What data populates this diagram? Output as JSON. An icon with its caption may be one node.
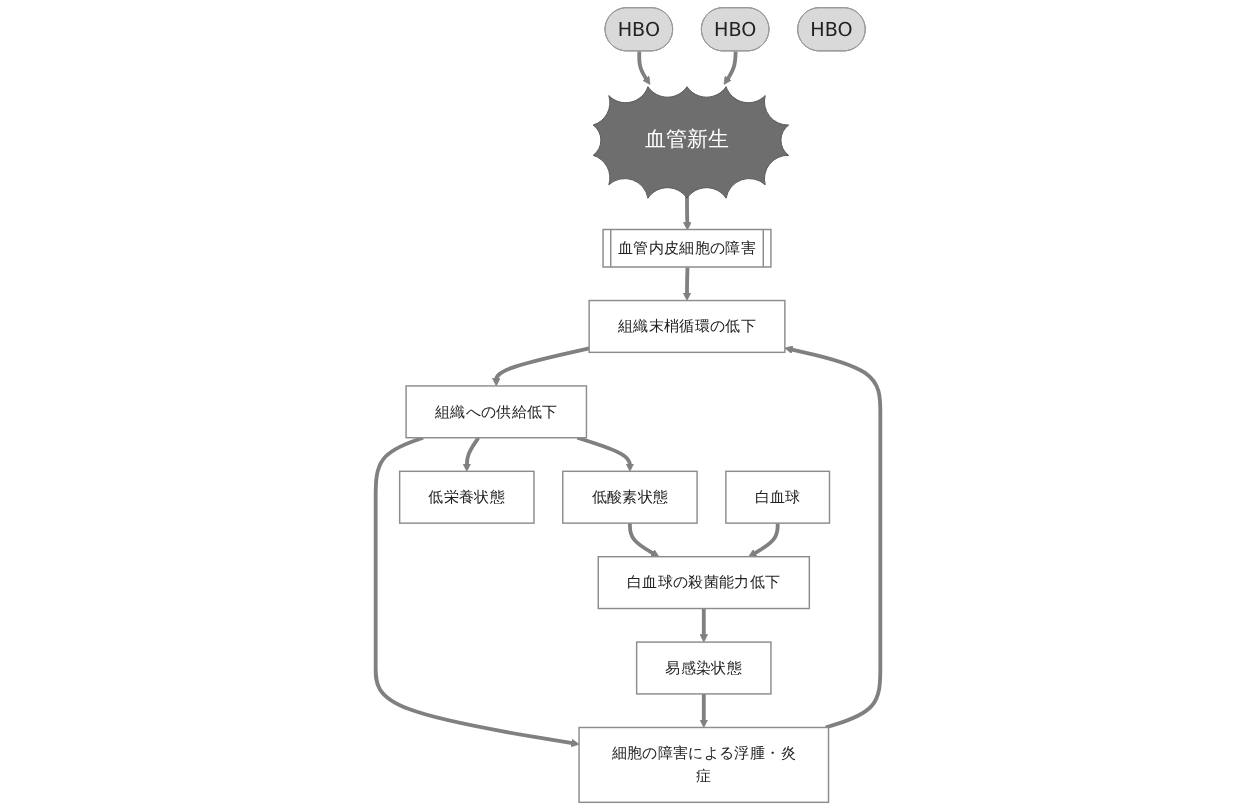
{
  "diagram": {
    "nodes": [
      {
        "text": [
          "血管内皮細胞の障害"
        ]
      },
      {
        "text": [
          "血管新生"
        ]
      },
      {
        "text": [
          "組織末梢循環の低下"
        ]
      },
      {
        "text": [
          "組織への供給低下"
        ]
      },
      {
        "text": [
          "低酸素状態"
        ]
      },
      {
        "text": [
          "低栄養状態"
        ]
      },
      {
        "text": [
          "白血球"
        ]
      },
      {
        "text": [
          "白血球の殺菌能力低下"
        ]
      },
      {
        "text": [
          "易感染状態"
        ]
      },
      {
        "text": [
          "細胞の障害による浮腫・炎症"
        ]
      },
      {
        "text": [
          "HBO"
        ]
      },
      {
        "text": [
          "HBO"
        ]
      },
      {
        "text": [
          "HBO"
        ]
      }
    ],
    "edges": [
      {
        "from": 1,
        "to": 0,
        "arrow": "to"
      },
      {
        "from": 0,
        "to": 2,
        "arrow": "to"
      },
      {
        "from": 2,
        "to": 3,
        "arrow": "to"
      },
      {
        "from": 3,
        "to": 4,
        "arrow": "to"
      },
      {
        "from": 3,
        "to": 5,
        "arrow": "to"
      },
      {
        "from": 3,
        "to": 9,
        "arrow": "to"
      },
      {
        "from": 4,
        "to": 7,
        "arrow": "to"
      },
      {
        "from": 6,
        "to": 7,
        "arrow": "to"
      },
      {
        "from": 7,
        "to": 8,
        "arrow": "to"
      },
      {
        "from": 8,
        "to": 9,
        "arrow": "to"
      },
      {
        "from": 9,
        "to": 2,
        "arrow": "to"
      },
      {
        "from": 10,
        "to": 1,
        "arrow": "to"
      },
      {
        "from": 11,
        "to": 1,
        "arrow": "to"
      }
    ]
  }
}
